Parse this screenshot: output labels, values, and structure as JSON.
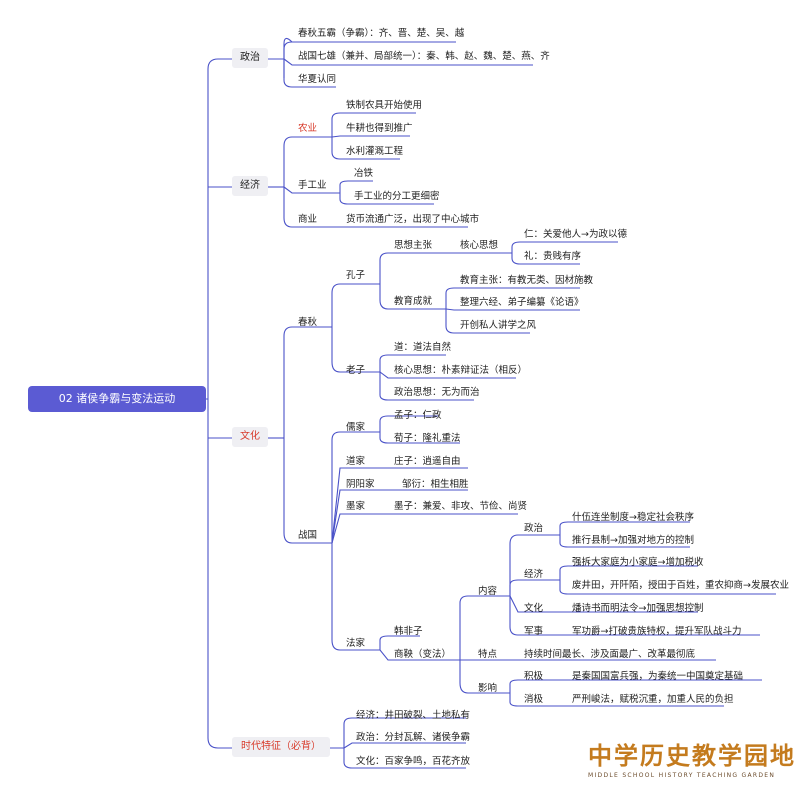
{
  "root": "02 诸侯争霸与变法运动",
  "politics": {
    "label": "政治",
    "items": [
      "春秋五霸（争霸）：齐、晋、楚、吴、越",
      "战国七雄（兼并、局部统一）：秦、韩、赵、魏、楚、燕、齐",
      "华夏认同"
    ]
  },
  "economy": {
    "label": "经济",
    "agriculture": {
      "label": "农业",
      "items": [
        "铁制农具开始使用",
        "牛耕也得到推广",
        "水利灌溉工程"
      ]
    },
    "handicraft": {
      "label": "手工业",
      "items": [
        "冶铁",
        "手工业的分工更细密"
      ]
    },
    "commerce": {
      "label": "商业",
      "text": "货币流通广泛，出现了中心城市"
    }
  },
  "culture": {
    "label": "文化",
    "chunqiu": {
      "label": "春秋",
      "kongzi": {
        "label": "孔子",
        "thought": {
          "label": "思想主张",
          "core": "核心思想",
          "items": [
            "仁：关爱他人→为政以德",
            "礼：贵贱有序"
          ]
        },
        "education": {
          "label": "教育成就",
          "items": [
            "教育主张：有教无类、因材施教",
            "整理六经、弟子编纂《论语》",
            "开创私人讲学之风"
          ]
        }
      },
      "laozi": {
        "label": "老子",
        "items": [
          "道：道法自然",
          "核心思想：朴素辩证法（相反）",
          "政治思想：无为而治"
        ]
      }
    },
    "zhanguo": {
      "label": "战国",
      "rujia": {
        "label": "儒家",
        "items": [
          "孟子：仁政",
          "荀子：隆礼重法"
        ]
      },
      "daojia": {
        "label": "道家",
        "item": "庄子：逍遥自由"
      },
      "yinyang": {
        "label": "阴阳家",
        "item": "邹衍：相生相胜"
      },
      "mojia": {
        "label": "墨家",
        "item": "墨子：兼爱、非攻、节俭、尚贤"
      },
      "fajia": {
        "label": "法家",
        "hanfeizi": "韩非子",
        "shangyang": {
          "label": "商鞅（变法）",
          "content": {
            "label": "内容",
            "politics": {
              "label": "政治",
              "items": [
                "什伍连坐制度→稳定社会秩序",
                "推行县制→加强对地方的控制"
              ]
            },
            "economy": {
              "label": "经济",
              "items": [
                "强拆大家庭为小家庭→增加税收",
                "废井田，开阡陌，授田于百姓，重农抑商→发展农业"
              ]
            },
            "culture": {
              "label": "文化",
              "item": "燔诗书而明法令→加强思想控制"
            },
            "military": {
              "label": "军事",
              "item": "军功爵→打破贵族特权，提升军队战斗力"
            }
          },
          "features": {
            "label": "特点",
            "text": "持续时间最长、涉及面最广、改革最彻底"
          },
          "influence": {
            "label": "影响",
            "positive": {
              "label": "积极",
              "text": "是秦国国富兵强，为秦统一中国奠定基础"
            },
            "negative": {
              "label": "消极",
              "text": "严刑峻法，赋税沉重，加重人民的负担"
            }
          }
        }
      }
    }
  },
  "era": {
    "label": "时代特征（必背）",
    "items": [
      "经济：井田破裂、土地私有",
      "政治：分封瓦解、诸侯争霸",
      "文化：百家争鸣，百花齐放"
    ]
  },
  "watermark": {
    "title": "中学历史教学园地",
    "subtitle": "MIDDLE SCHOOL HISTORY TEACHING GARDEN"
  },
  "colors": {
    "line": "#4a52c8",
    "root_bg": "#5b5bd3",
    "accent_red": "#d83b2b",
    "watermark": "#c47b1e"
  }
}
